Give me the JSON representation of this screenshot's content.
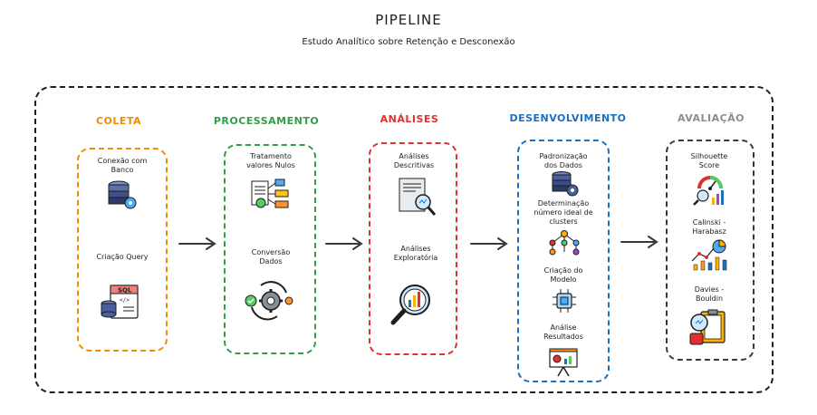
{
  "title": "PIPELINE",
  "subtitle": "Estudo Analítico sobre Retenção e Desconexão",
  "stages": [
    {
      "name": "COLETA",
      "color": "#f08c00",
      "items": [
        {
          "label": "Conexão com Banco",
          "icon": "database-gear-icon"
        },
        {
          "label": "Criação Query",
          "icon": "sql-file-icon"
        }
      ]
    },
    {
      "name": "PROCESSAMENTO",
      "color": "#2f9e44",
      "items": [
        {
          "label": "Tratamento valores Nulos",
          "icon": "document-flowchart-icon"
        },
        {
          "label": "Conversão Dados",
          "icon": "gear-cycle-icon"
        }
      ]
    },
    {
      "name": "ANÁLISES",
      "color": "#e03131",
      "items": [
        {
          "label": "Análises Descritivas",
          "icon": "report-magnifier-icon"
        },
        {
          "label": "Análises Exploratória",
          "icon": "chart-magnifier-icon"
        }
      ]
    },
    {
      "name": "DESENVOLVIMENTO",
      "color": "#1971c2",
      "items": [
        {
          "label": "Padronização dos Dados",
          "icon": "database-gear-icon"
        },
        {
          "label": "Determinação número ideal de clusters",
          "icon": "cluster-tree-icon"
        },
        {
          "label": "Criação do Modelo",
          "icon": "circuit-chip-icon"
        },
        {
          "label": "Análise Resultados",
          "icon": "presentation-board-icon"
        }
      ]
    },
    {
      "name": "AVALIAÇÃO",
      "color": "#868e96",
      "items": [
        {
          "label": "Silhouette Score",
          "icon": "gauge-chart-icon"
        },
        {
          "label": "Calinski - Harabasz",
          "icon": "pie-bar-chart-icon"
        },
        {
          "label": "Davies - Bouldin",
          "icon": "clipboard-magnifier-icon"
        }
      ]
    }
  ]
}
